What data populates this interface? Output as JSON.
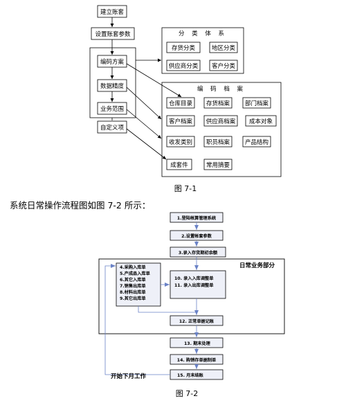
{
  "figure71": {
    "left_boxes": [
      "建立账套",
      "设置账套参数",
      "编码方案",
      "数据精度",
      "业务范围",
      "自定义项"
    ],
    "group1": {
      "title": "分 类 体 系",
      "items": [
        "存货分类",
        "地区分类",
        "供应商分类",
        "客户分类"
      ]
    },
    "group2": {
      "title": "编 码 档 案",
      "items": [
        "仓库目录",
        "存货档案",
        "部门档案",
        "客户档案",
        "供应商档案",
        "成本对象",
        "收发类别",
        "职员档案",
        "产品结构",
        "成套件",
        "常用摘要"
      ]
    },
    "caption": "图 7-1"
  },
  "paragraph": "系统日常操作流程图如图 7-2 所示：",
  "figure72": {
    "steps": [
      "1.登陆帐算管理系统",
      "2.设置帐套参数",
      "3.录入存货期初余额",
      "12. 正常单据记账",
      "13. 期末处理",
      "14. 购销存单据制单",
      "15. 月末结账"
    ],
    "left_list": [
      "4.采购入库单",
      "5.产成品入库单",
      "6.其它入库单",
      "7.销售出库单",
      "8.材料出库单",
      "9.其它出库单"
    ],
    "adjust": [
      "10. 录入入库调整单",
      "11. 录入出库调整单"
    ],
    "region_label": "日常业务部分",
    "next_month": "开始下月工作",
    "caption": "图 7-2"
  }
}
